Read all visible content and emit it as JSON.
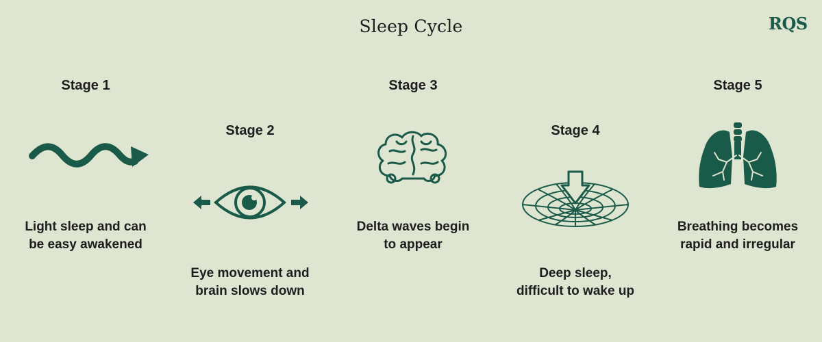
{
  "title": "Sleep Cycle",
  "logo": "RQS",
  "colors": {
    "background": "#dee5d1",
    "icon": "#1a5a49",
    "text": "#1e1e1e"
  },
  "stages": [
    {
      "label": "Stage 1",
      "icon": "wavy-arrow-icon",
      "description": [
        "Light sleep and can",
        "be easy awakened"
      ]
    },
    {
      "label": "Stage 2",
      "icon": "eye-icon",
      "description": [
        "Eye movement and",
        "brain slows down"
      ]
    },
    {
      "label": "Stage 3",
      "icon": "brain-icon",
      "description": [
        "Delta waves begin",
        "to appear"
      ]
    },
    {
      "label": "Stage 4",
      "icon": "vortex-icon",
      "description": [
        "Deep sleep,",
        "difficult to wake up"
      ]
    },
    {
      "label": "Stage 5",
      "icon": "lungs-icon",
      "description": [
        "Breathing becomes",
        "rapid and irregular"
      ]
    }
  ]
}
